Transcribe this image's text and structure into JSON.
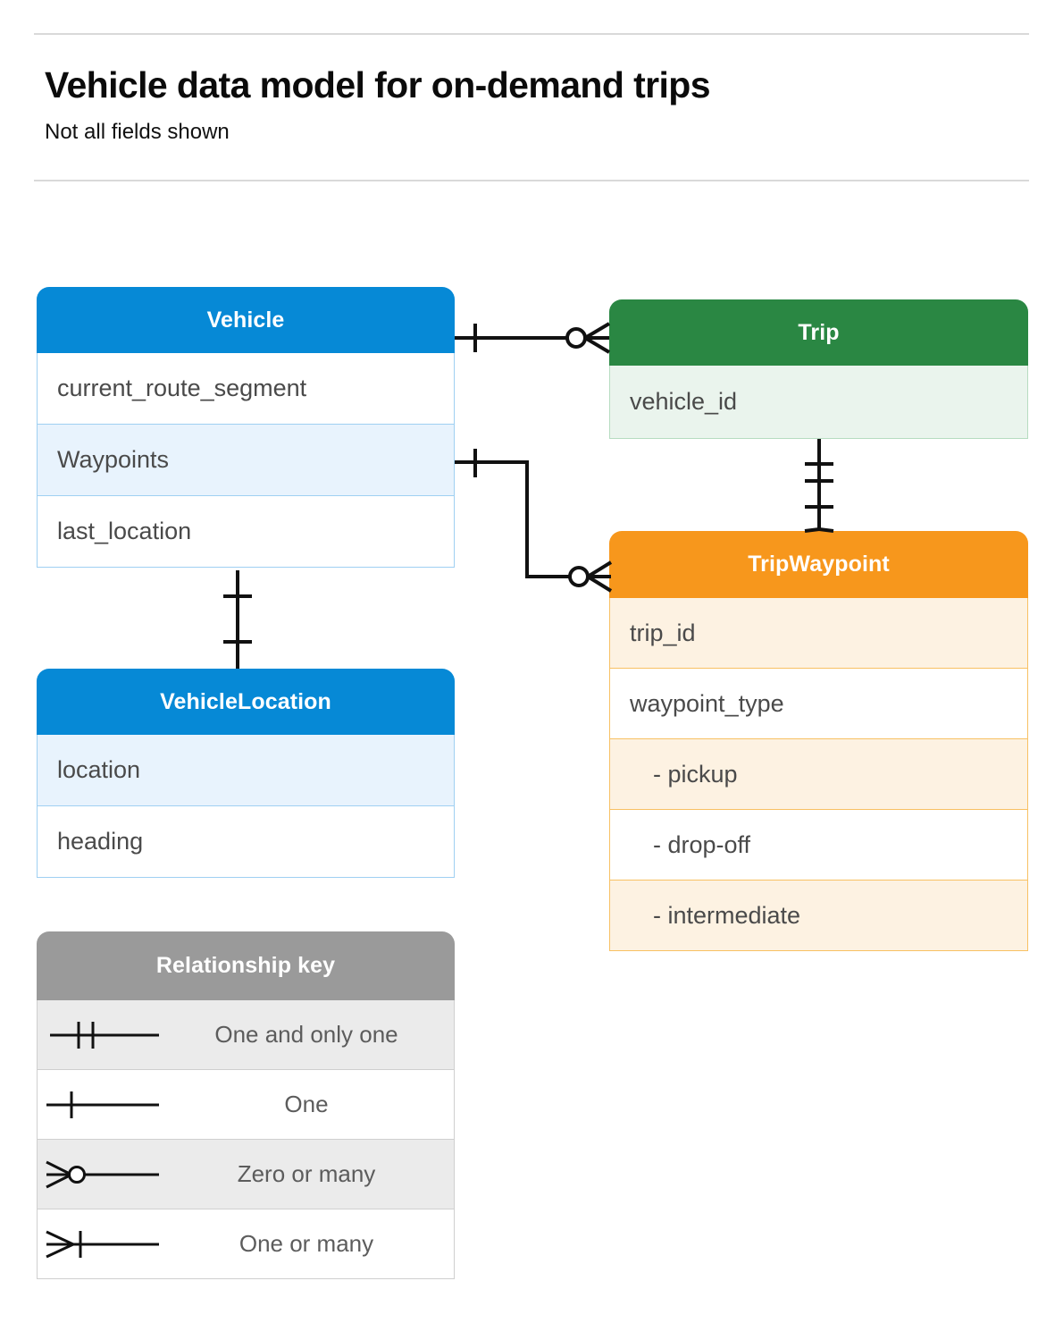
{
  "header": {
    "title": "Vehicle data model for on-demand trips",
    "subtitle": "Not all fields shown"
  },
  "colors": {
    "blue": "#0689d6",
    "blue_tint": "#e8f3fd",
    "blue_border": "#9fd0f2",
    "green": "#2a8743",
    "green_tint": "#eaf4ed",
    "green_border": "#b6dcc0",
    "orange": "#f7971c",
    "orange_tint": "#fdf2e2",
    "orange_border": "#f8c163",
    "grey": "#9a9a9a",
    "grey_tint": "#ebebeb",
    "divider": "#d9d9d9",
    "connector": "#111111",
    "field_text": "#4a4a4a"
  },
  "entities": {
    "vehicle": {
      "title": "Vehicle",
      "fields": [
        {
          "label": "current_route_segment"
        },
        {
          "label": "Waypoints"
        },
        {
          "label": "last_location"
        }
      ]
    },
    "trip": {
      "title": "Trip",
      "fields": [
        {
          "label": "vehicle_id"
        }
      ]
    },
    "vehicle_location": {
      "title": "VehicleLocation",
      "fields": [
        {
          "label": "location"
        },
        {
          "label": "heading"
        }
      ]
    },
    "trip_waypoint": {
      "title": "TripWaypoint",
      "fields": [
        {
          "label": "trip_id"
        },
        {
          "label": "waypoint_type"
        },
        {
          "label": "-  pickup"
        },
        {
          "label": "-  drop-off"
        },
        {
          "label": "-  intermediate"
        }
      ]
    }
  },
  "legend": {
    "title": "Relationship key",
    "rows": [
      {
        "symbol": "one-and-only-one",
        "label": "One and only one"
      },
      {
        "symbol": "one",
        "label": "One"
      },
      {
        "symbol": "zero-or-many",
        "label": "Zero or many"
      },
      {
        "symbol": "one-or-many",
        "label": "One or many"
      }
    ]
  },
  "relationships": [
    {
      "from": "Vehicle",
      "to": "Trip",
      "from_cardinality": "One",
      "to_cardinality": "Zero or many"
    },
    {
      "from": "Vehicle.Waypoints",
      "to": "TripWaypoint",
      "from_cardinality": "One",
      "to_cardinality": "Zero or many"
    },
    {
      "from": "Trip",
      "to": "TripWaypoint",
      "from_cardinality": "One and only one",
      "to_cardinality": "One or many"
    },
    {
      "from": "Vehicle",
      "to": "VehicleLocation",
      "from_cardinality": "One",
      "to_cardinality": "One"
    }
  ]
}
